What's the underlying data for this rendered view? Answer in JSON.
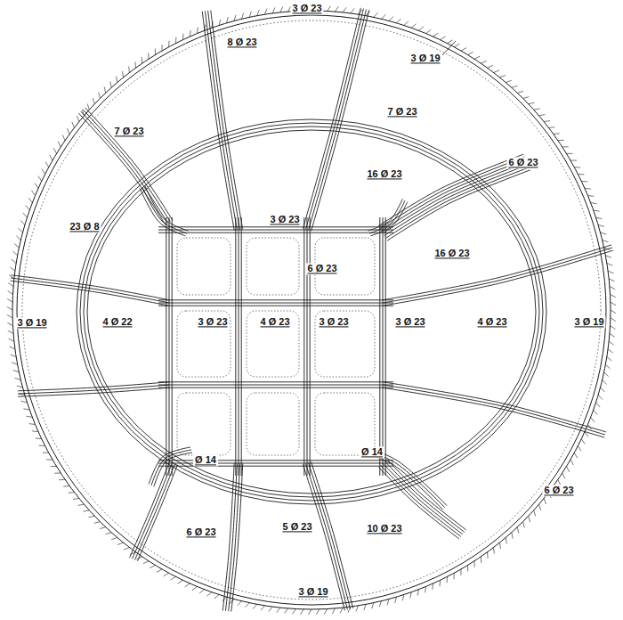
{
  "diagram": {
    "labels": [
      "3 Ø 23",
      "3 Ø 19",
      "8 Ø 23",
      "7 Ø 23",
      "7 Ø 23",
      "6 Ø 23",
      "16 Ø 23",
      "3 Ø 23",
      "16 Ø 23",
      "23 Ø 8",
      "6 Ø 23",
      "3 Ø 19",
      "4 Ø 22",
      "3 Ø 23",
      "4 Ø 23",
      "3 Ø 23",
      "3 Ø 23",
      "4 Ø 23",
      "3 Ø 19",
      "Ø 14",
      "Ø 14",
      "6 Ø 23",
      "6 Ø 23",
      "5 Ø 23",
      "10 Ø 23",
      "3 Ø 19"
    ]
  }
}
